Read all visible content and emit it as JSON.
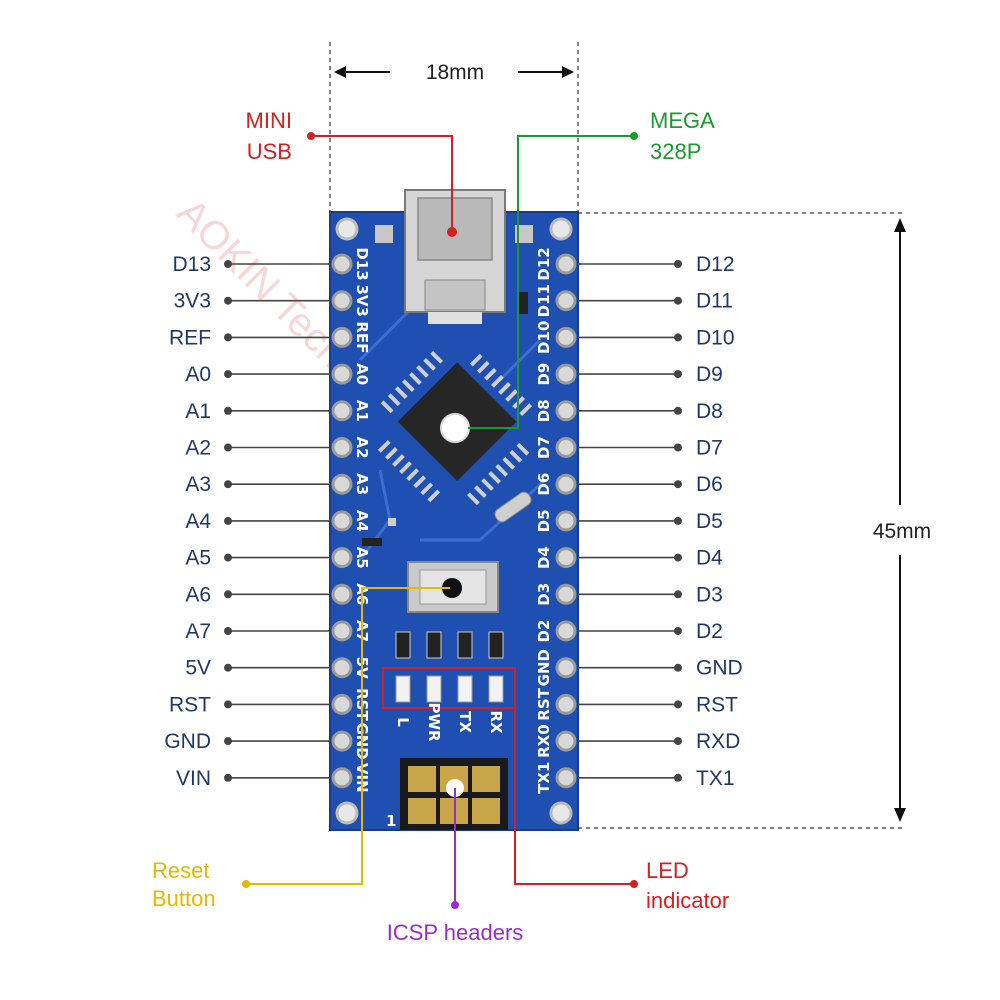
{
  "dimensions": {
    "width": "18mm",
    "height": "45mm"
  },
  "callouts": {
    "mini_usb": [
      "MINI",
      "USB"
    ],
    "mcu": [
      "MEGA",
      "328P"
    ],
    "reset_button": [
      "Reset",
      "Button"
    ],
    "icsp_headers": "ICSP headers",
    "led_indicator": [
      "LED",
      "indicator"
    ]
  },
  "pins": {
    "left": [
      "D13",
      "3V3",
      "REF",
      "A0",
      "A1",
      "A2",
      "A3",
      "A4",
      "A5",
      "A6",
      "A7",
      "5V",
      "RST",
      "GND",
      "VIN"
    ],
    "right": [
      "D12",
      "D11",
      "D10",
      "D9",
      "D8",
      "D7",
      "D6",
      "D5",
      "D4",
      "D3",
      "D2",
      "GND",
      "RST",
      "RXD",
      "TX1"
    ]
  },
  "silkscreen": {
    "left": [
      "D13",
      "3V3",
      "REF",
      "A0",
      "A1",
      "A2",
      "A3",
      "A4",
      "A5",
      "A6",
      "A7",
      "5V",
      "RST",
      "GND",
      "VIN"
    ],
    "right": [
      "D12",
      "D11",
      "D10",
      "D9",
      "D8",
      "D7",
      "D6",
      "D5",
      "D4",
      "D3",
      "D2",
      "GND",
      "RST",
      "RX0",
      "TX1"
    ],
    "leds": [
      "L",
      "PWR",
      "TX",
      "RX"
    ],
    "header_pin_one": "1"
  },
  "watermark": "AOKIN Tech Store",
  "colors": {
    "pcb": "#1f4fb0",
    "pin_label": "#1f3864",
    "usb_callout": "#d42020",
    "mcu_callout": "#1a9a2e",
    "reset_callout": "#e6b800",
    "icsp_callout": "#9a2bd0",
    "led_callout": "#d42020"
  }
}
